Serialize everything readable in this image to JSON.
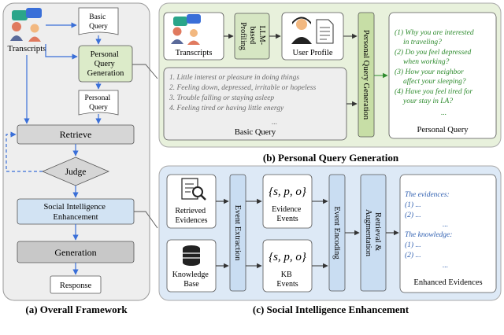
{
  "panel_a": {
    "caption": "(a) Overall Framework",
    "transcripts": "Transcripts",
    "basic_query": [
      "Basic",
      "Query"
    ],
    "personal_query_generation": [
      "Personal",
      "Query",
      "Generation"
    ],
    "personal_query": [
      "Personal",
      "Query"
    ],
    "retrieve": "Retrieve",
    "judge": "Judge",
    "social_intelligence": [
      "Social Intelligence",
      "Enhancement"
    ],
    "generation": "Generation",
    "response": "Response"
  },
  "panel_b": {
    "caption": "(b) Personal Query Generation",
    "transcripts": "Transcripts",
    "llm_profiling": [
      "LLM-",
      "based",
      "Profiling"
    ],
    "user_profile": "User Profile",
    "pqg_vertical": "Personal Query Generation",
    "basic_query_items": [
      "1. Little interest or pleasure in doing things",
      "2. Feeling down, depressed, irritable or hopeless",
      "3. Trouble falling or staying asleep",
      "4. Feeling tired or having little energy",
      "..."
    ],
    "basic_query_label": "Basic Query",
    "personal_query_items": [
      "(1) Why you are interested",
      "in traveling?",
      "(2) Do you feel depressed",
      "when working?",
      "(3) How your neighbor",
      "affect your sleeping?",
      "(4) Have you feel tired for",
      "your stay in LA?",
      "..."
    ],
    "personal_query_label": "Personal Query"
  },
  "panel_c": {
    "caption": "(c) Social Intelligence Enhancement",
    "retrieved_evidences": [
      "Retrieved",
      "Evidences"
    ],
    "knowledge_base": [
      "Knowledge",
      "Base"
    ],
    "event_extraction": "Event Extraction",
    "spo": "{s, p, o}",
    "evidence_events": [
      "Evidence",
      "Events"
    ],
    "kb_events": [
      "KB",
      "Events"
    ],
    "event_encoding": "Event Encoding",
    "retrieval_augmentation": [
      "Retrieval &",
      "Augmentation"
    ],
    "enhanced_items": [
      "The evidences:",
      "(1) ...",
      "(2) ...",
      "...",
      "The knowledge:",
      "(1) ...",
      "(2) ...",
      "..."
    ],
    "enhanced_label": "Enhanced Evidences"
  },
  "colors": {
    "green_text": "#2e8b2e",
    "blue_text": "#2f5fb0",
    "arrow_blue": "#3a6fd8",
    "green_bg": "#e8f1dc",
    "blue_bg": "#dde9f6",
    "gray_box": "#d9d9d9"
  }
}
